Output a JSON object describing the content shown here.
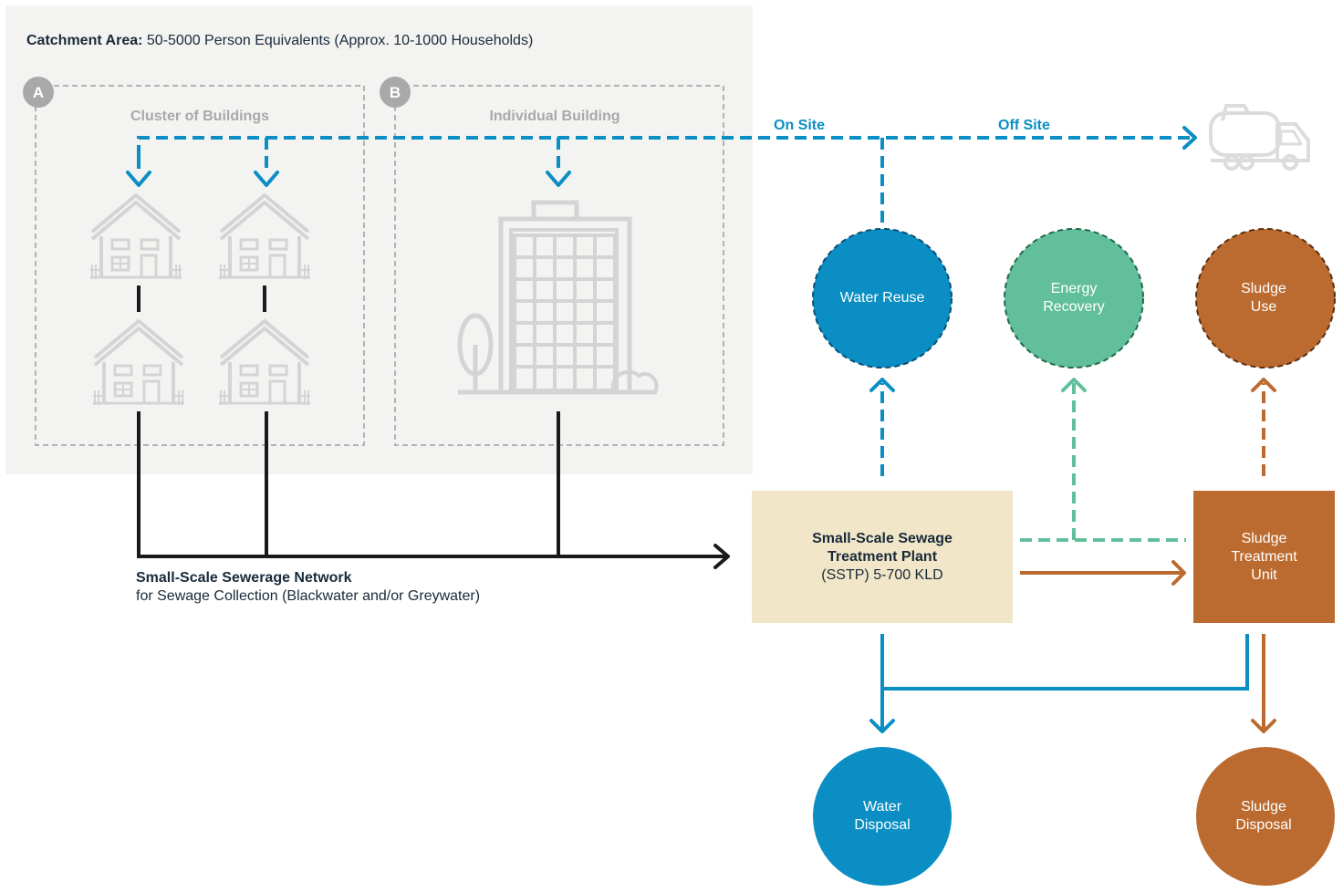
{
  "catchment": {
    "label_bold": "Catchment Area:",
    "label_rest": "50-5000 Person Equivalents (Approx. 10-1000 Households)"
  },
  "section_a": {
    "badge": "A",
    "title": "Cluster of Buildings"
  },
  "section_b": {
    "badge": "B",
    "title": "Individual Building"
  },
  "flow_labels": {
    "on_site": "On Site",
    "off_site": "Off Site"
  },
  "network": {
    "title": "Small-Scale Sewerage Network",
    "subtitle": "for Sewage Collection (Blackwater and/or Greywater)"
  },
  "sstp": {
    "line1": "Small-Scale Sewage",
    "line2": "Treatment Plant",
    "line3": "(SSTP) 5-700 KLD"
  },
  "sludge_unit": {
    "line1": "Sludge",
    "line2": "Treatment",
    "line3": "Unit"
  },
  "nodes": {
    "water_reuse": {
      "line1": "Water Reuse"
    },
    "energy_recovery": {
      "line1": "Energy",
      "line2": "Recovery"
    },
    "sludge_use": {
      "line1": "Sludge",
      "line2": "Use"
    },
    "water_disposal": {
      "line1": "Water",
      "line2": "Disposal"
    },
    "sludge_disposal": {
      "line1": "Sludge",
      "line2": "Disposal"
    }
  },
  "colors": {
    "blue": "#0a8ec3",
    "green": "#62bf9c",
    "brown": "#bc6b30",
    "dark": "#1a1a1a",
    "icon_gray": "#d4d4d4",
    "panel_bg": "#f3f3f1",
    "sstp_bg": "#f1e7c8"
  },
  "icons": {
    "houses": "house-icon",
    "building": "office-building-icon",
    "tree": "tree-icon",
    "truck": "tanker-truck-icon"
  }
}
